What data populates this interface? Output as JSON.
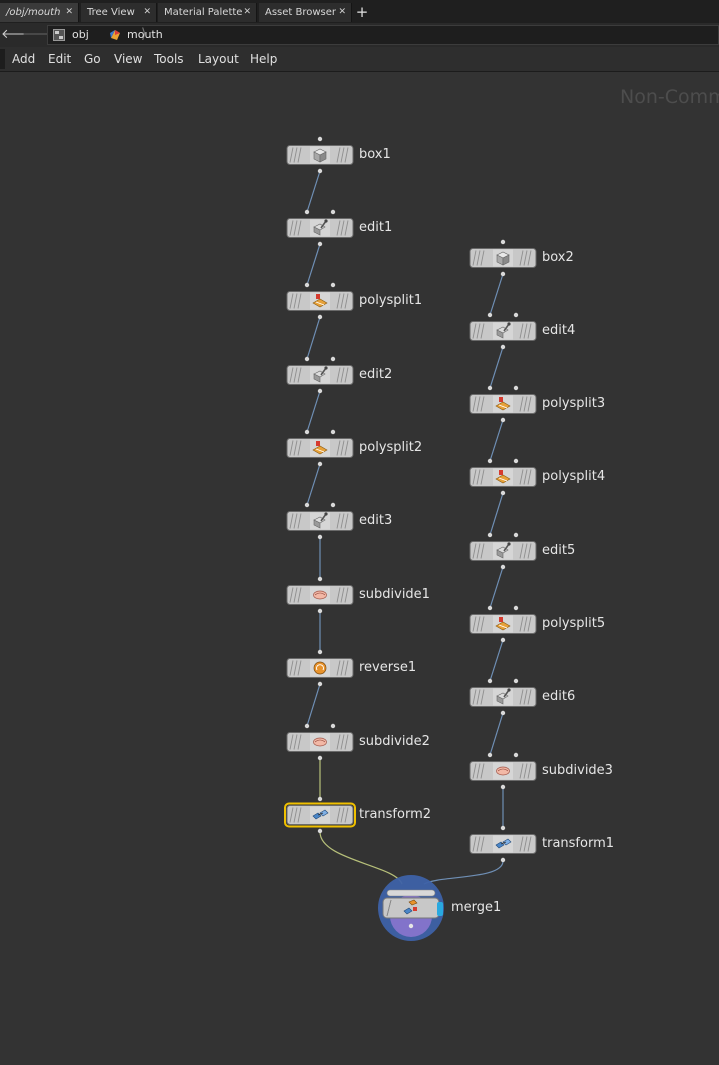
{
  "tabs": [
    {
      "label": "/obj/mouth",
      "active": true
    },
    {
      "label": "Tree View",
      "active": false
    },
    {
      "label": "Material Palette",
      "active": false
    },
    {
      "label": "Asset Browser",
      "active": false
    }
  ],
  "path": {
    "root": "obj",
    "current": "mouth"
  },
  "menu": [
    "Add",
    "Edit",
    "Go",
    "View",
    "Tools",
    "Layout",
    "Help"
  ],
  "watermark": "Non-Comm",
  "nodes": [
    {
      "name": "box1",
      "icon": "box-icon"
    },
    {
      "name": "edit1",
      "icon": "edit-icon"
    },
    {
      "name": "polysplit1",
      "icon": "polysplit-icon"
    },
    {
      "name": "edit2",
      "icon": "edit-icon"
    },
    {
      "name": "polysplit2",
      "icon": "polysplit-icon"
    },
    {
      "name": "edit3",
      "icon": "edit-icon"
    },
    {
      "name": "subdivide1",
      "icon": "subdivide-icon"
    },
    {
      "name": "reverse1",
      "icon": "reverse-icon"
    },
    {
      "name": "subdivide2",
      "icon": "subdivide-icon"
    },
    {
      "name": "transform2",
      "icon": "transform-icon",
      "selected": true
    },
    {
      "name": "box2",
      "icon": "box-icon"
    },
    {
      "name": "edit4",
      "icon": "edit-icon"
    },
    {
      "name": "polysplit3",
      "icon": "polysplit-icon"
    },
    {
      "name": "polysplit4",
      "icon": "polysplit-icon"
    },
    {
      "name": "edit5",
      "icon": "edit-icon"
    },
    {
      "name": "polysplit5",
      "icon": "polysplit-icon"
    },
    {
      "name": "edit6",
      "icon": "edit-icon"
    },
    {
      "name": "subdivide3",
      "icon": "subdivide-icon"
    },
    {
      "name": "transform1",
      "icon": "transform-icon"
    },
    {
      "name": "merge1",
      "icon": "merge-icon",
      "display_flag": true
    }
  ],
  "colors": {
    "background": "#333333",
    "node_body": "#c8c8c8",
    "selected_outline": "#f0c000",
    "wire": "#6f8fb5",
    "wire_selected": "#b7c07a",
    "display_flag": "#29a9e0"
  }
}
